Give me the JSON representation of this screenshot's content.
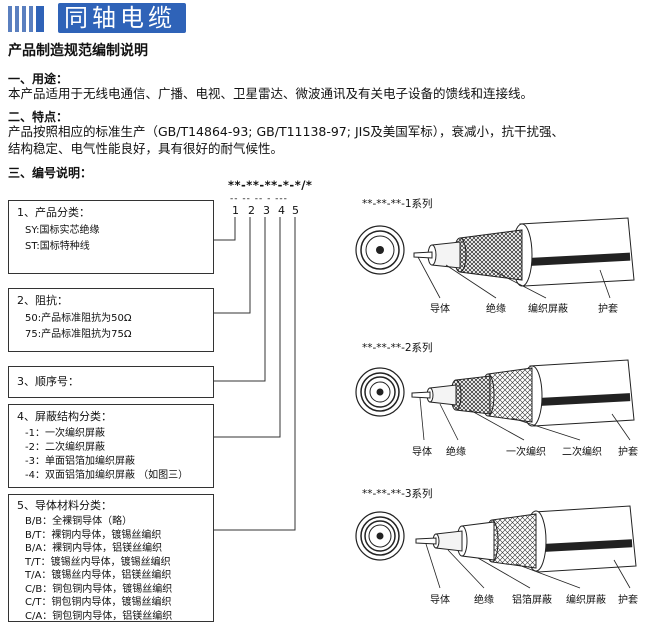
{
  "header": {
    "title": "同轴电缆"
  },
  "doc_title": "产品制造规范编制说明",
  "sections": {
    "use": {
      "heading": "一、用途：",
      "text": "本产品适用于无线电通信、广播、电视、卫星雷达、微波通讯及有关电子设备的馈线和连接线。"
    },
    "feature": {
      "heading": "二、特点：",
      "line1": "产品按照相应的标准生产（GB/T14864-93; GB/T11138-97; JIS及美国军标），衰减小，抗干扰强、",
      "line2": "结构稳定、电气性能良好，具有很好的耐气候性。"
    },
    "code": {
      "heading": "三、编号说明："
    }
  },
  "code_format": "**-**-**-*-*/*",
  "code_dashes": "-- -- -- - ---",
  "code_numbers": [
    "1",
    "2",
    "3",
    "4",
    "5"
  ],
  "boxes": {
    "b1": {
      "title": "1、产品分类：",
      "items": [
        "SY:国标实芯绝缘",
        "ST:国标特种线"
      ]
    },
    "b2": {
      "title": "2、阻抗：",
      "items": [
        "50:产品标准阻抗为50Ω",
        "75:产品标准阻抗为75Ω"
      ]
    },
    "b3": {
      "title": "3、顺序号："
    },
    "b4": {
      "title": "4、屏蔽结构分类：",
      "items": [
        "-1：一次编织屏蔽",
        "-2：二次编织屏蔽",
        "-3：单面铝箔加编织屏蔽",
        "-4：双面铝箔加编织屏蔽  （如图三）"
      ]
    },
    "b5": {
      "title": "5、导体材料分类：",
      "items": [
        "B/B：全裸铜导体（略）",
        "B/T：裸铜内导体，镀锡丝编织",
        "B/A：裸铜内导体，铝镁丝编织",
        "T/T：镀锡丝内导体，镀锡丝编织",
        "T/A：镀锡丝内导体，铝镁丝编织",
        "C/B：铜包铜内导体，镀锡丝编织",
        "C/T：铜包铜内导体，镀锡丝编织",
        "C/A：铜包铜内导体，铝镁丝编织"
      ]
    }
  },
  "series": {
    "s1": {
      "name": "**-**-**-1系列",
      "labels": [
        "导体",
        "绝缘",
        "编织屏蔽",
        "护套"
      ]
    },
    "s2": {
      "name": "**-**-**-2系列",
      "labels": [
        "导体",
        "绝缘",
        "一次编织",
        "二次编织",
        "护套"
      ]
    },
    "s3": {
      "name": "**-**-**-3系列",
      "labels": [
        "导体",
        "绝缘",
        "铝箔屏蔽",
        "编织屏蔽",
        "护套"
      ]
    }
  },
  "colors": {
    "header_blue": "#2f63b8",
    "bar_blue": "#5a7fbf"
  }
}
